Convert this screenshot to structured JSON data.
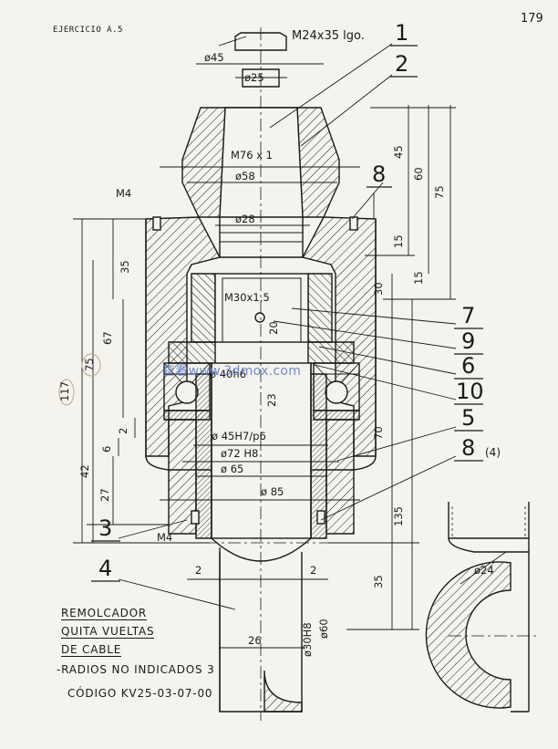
{
  "header": {
    "exercise": "EJERCICIO A.5",
    "page_number": "179"
  },
  "dimensions": {
    "m24": "M24x35 lgo.",
    "d45": "ø45",
    "d25": "ø25",
    "m76": "M76 x 1",
    "d58": "ø58",
    "d28": "ø28",
    "m4_top": "M4",
    "m30": "M30x1,5",
    "d40": "ø 40h6",
    "d45h7": "ø 45H7/p6",
    "d72": "ø72 H8",
    "d65": "ø 65",
    "d85": "ø 85",
    "m4_bottom": "M4",
    "d30h8": "ø30H8",
    "d60": "ø60",
    "d24": "ø24",
    "len26": "26",
    "len2_left": "2",
    "len2_right": "2",
    "len45": "45",
    "len60": "60",
    "len75_right": "75",
    "len15_a": "15",
    "len15_b": "15",
    "len30": "30",
    "len35_top": "35",
    "len67": "67",
    "len75_left": "75",
    "len117": "117",
    "len20": "20",
    "len23": "23",
    "len70": "70",
    "len2_small": "2",
    "len6": "6",
    "len42": "42",
    "len27": "27",
    "len135": "135",
    "len35_bottom": "35"
  },
  "part_refs": {
    "p1": "1",
    "p2": "2",
    "p8_top": "8",
    "p7": "7",
    "p9": "9",
    "p6": "6",
    "p10": "10",
    "p5": "5",
    "p8_bottom": "8",
    "p8_qty": "(4)",
    "p3": "3",
    "p4": "4"
  },
  "title_block": {
    "line1": "REMOLCADOR",
    "line2": "QUITA VUELTAS",
    "line3": "DE CABLE",
    "line4": "-RADIOS NO INDICADOS 3",
    "code": "CÓDIGO  KV25-03-07-00"
  },
  "watermark": "查看www.3dmox.com",
  "colors": {
    "ink": "#1a1a1a",
    "paper": "#f4f3ee",
    "watermark": "#5a7ac6"
  }
}
